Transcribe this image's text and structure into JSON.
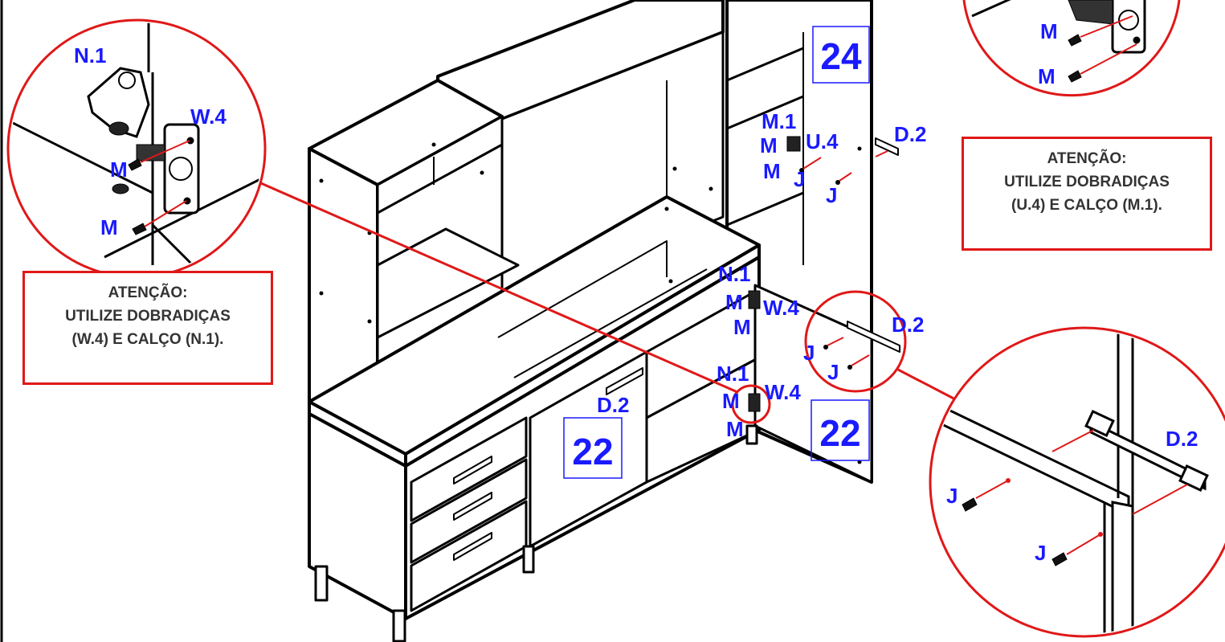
{
  "warnings": {
    "left": {
      "title": "ATENÇÃO:",
      "line1": "UTILIZE DOBRADIÇAS",
      "line2": "(W.4) E CALÇO (N.1)."
    },
    "right": {
      "title": "ATENÇÃO:",
      "line1": "UTILIZE DOBRADIÇAS",
      "line2": "(U.4) E CALÇO (M.1)."
    }
  },
  "door_numbers": {
    "upper_door": "24",
    "lower_door": "22",
    "left_door": "22"
  },
  "labels": {
    "hinge_n": "N.1",
    "hinge_w": "W.4",
    "hinge_m1": "M.1",
    "hinge_u": "U.4",
    "screw_m": "M",
    "screw_j": "J",
    "handle_d": "D.2"
  },
  "colors": {
    "callout": "#e01818",
    "label": "#1a1aff",
    "ink": "#000000"
  }
}
